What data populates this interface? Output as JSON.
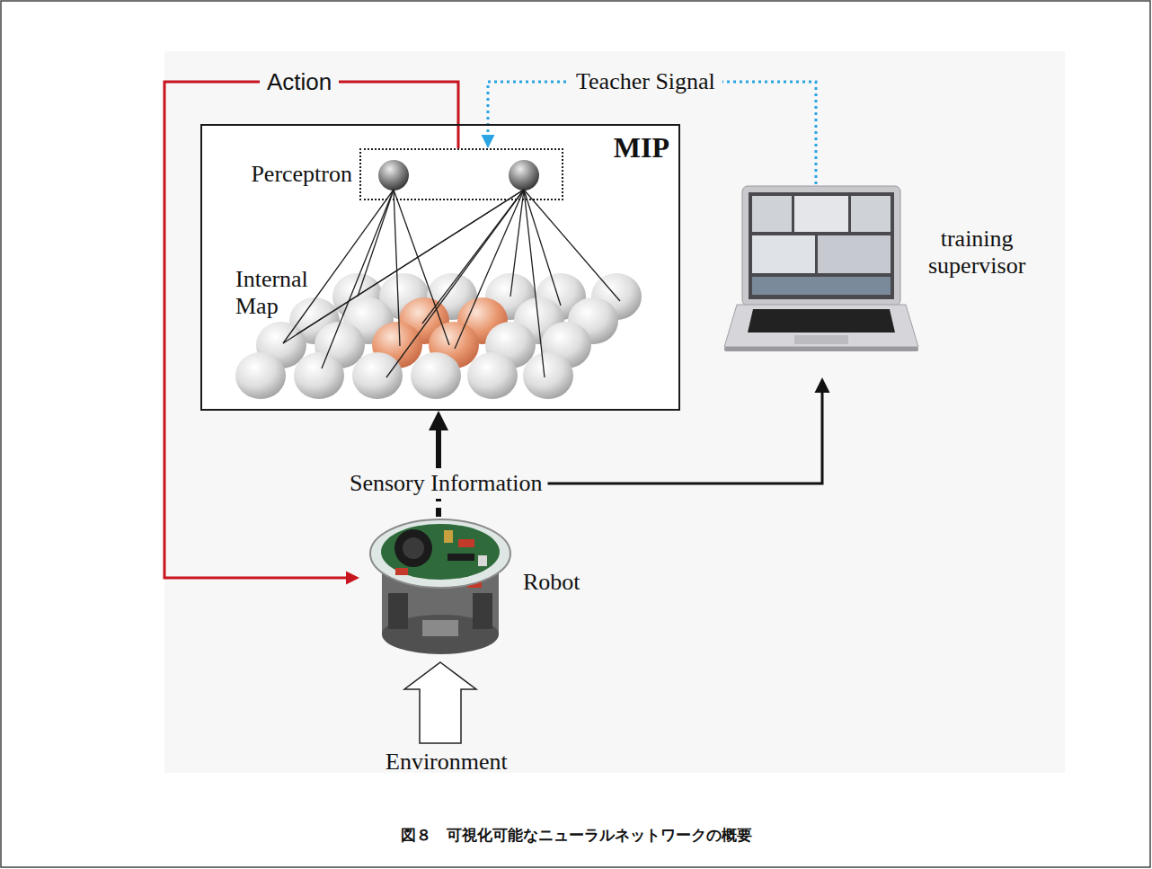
{
  "diagram": {
    "caption": "図８　可視化可能なニューラルネットワークの概要",
    "nodes": [
      {
        "text": [
          "MIP"
        ]
      },
      {
        "text": [
          "Perceptron"
        ],
        "in": 0
      },
      {
        "text": [
          "Robot"
        ]
      },
      {
        "text": [
          "training supervisor"
        ]
      },
      {
        "text": [
          "Sensory Information"
        ]
      },
      {
        "text": [
          "Environment"
        ]
      }
    ],
    "edges": [
      {
        "from": 1,
        "to": 2,
        "arrow": "to",
        "label": "Action"
      },
      {
        "from": 3,
        "to": 1,
        "arrow": "to",
        "label": "Teacher Signal"
      },
      {
        "from": 4,
        "to": 0,
        "arrow": "to"
      },
      {
        "from": 4,
        "to": 3,
        "arrow": "to"
      },
      {
        "from": 2,
        "to": 4,
        "arrow": "none"
      },
      {
        "from": 5,
        "to": 2,
        "arrow": "to"
      }
    ],
    "labels": [
      "Internal Map"
    ]
  }
}
